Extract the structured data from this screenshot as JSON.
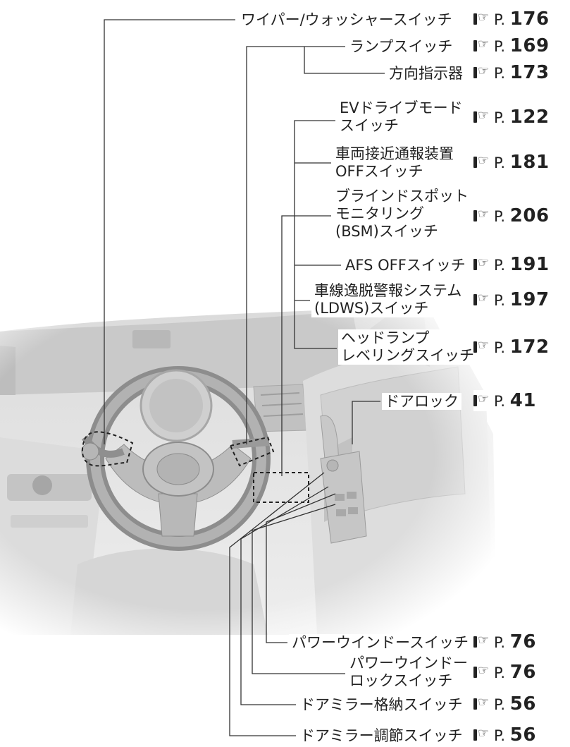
{
  "items": [
    {
      "lines": [
        "ワイパー/ウォッシャースイッチ"
      ],
      "ref": {
        "prefix": "P.",
        "page": "176"
      }
    },
    {
      "lines": [
        "ランプスイッチ"
      ],
      "ref": {
        "prefix": "P.",
        "page": "169"
      }
    },
    {
      "lines": [
        "方向指示器"
      ],
      "ref": {
        "prefix": "P.",
        "page": "173"
      }
    },
    {
      "lines": [
        "EVドライブモード",
        "スイッチ"
      ],
      "ref": {
        "prefix": "P.",
        "page": "122"
      }
    },
    {
      "lines": [
        "車両接近通報装置",
        "OFFスイッチ"
      ],
      "ref": {
        "prefix": "P.",
        "page": "181"
      }
    },
    {
      "lines": [
        "ブラインドスポット",
        "モニタリング",
        "(BSM)スイッチ"
      ],
      "ref": {
        "prefix": "P.",
        "page": "206"
      }
    },
    {
      "lines": [
        "AFS OFFスイッチ"
      ],
      "ref": {
        "prefix": "P.",
        "page": "191"
      }
    },
    {
      "lines": [
        "車線逸脱警報システム",
        "(LDWS)スイッチ"
      ],
      "ref": {
        "prefix": "P.",
        "page": "197"
      }
    },
    {
      "lines": [
        "ヘッドランプ",
        "レベリングスイッチ"
      ],
      "ref": {
        "prefix": "P.",
        "page": "172"
      }
    },
    {
      "lines": [
        "ドアロック"
      ],
      "ref": {
        "prefix": "P.",
        "page": "41"
      }
    },
    {
      "lines": [
        "パワーウインドースイッチ"
      ],
      "ref": {
        "prefix": "P.",
        "page": "76"
      }
    },
    {
      "lines": [
        "パワーウインドー",
        "ロックスイッチ"
      ],
      "ref": {
        "prefix": "P.",
        "page": "76"
      }
    },
    {
      "lines": [
        "ドアミラー格納スイッチ"
      ],
      "ref": {
        "prefix": "P.",
        "page": "56"
      }
    },
    {
      "lines": [
        "ドアミラー調節スイッチ"
      ],
      "ref": {
        "prefix": "P.",
        "page": "56"
      }
    }
  ],
  "colors": {
    "line": "#333333",
    "dash": "#222222",
    "dash_gray": "#b5b5b5",
    "interior_light": "#e9e9e9",
    "interior_mid": "#cfcfcf",
    "interior_dark": "#9a9a9a"
  },
  "icons": {
    "reference": "book-pointing-hand-icon"
  }
}
